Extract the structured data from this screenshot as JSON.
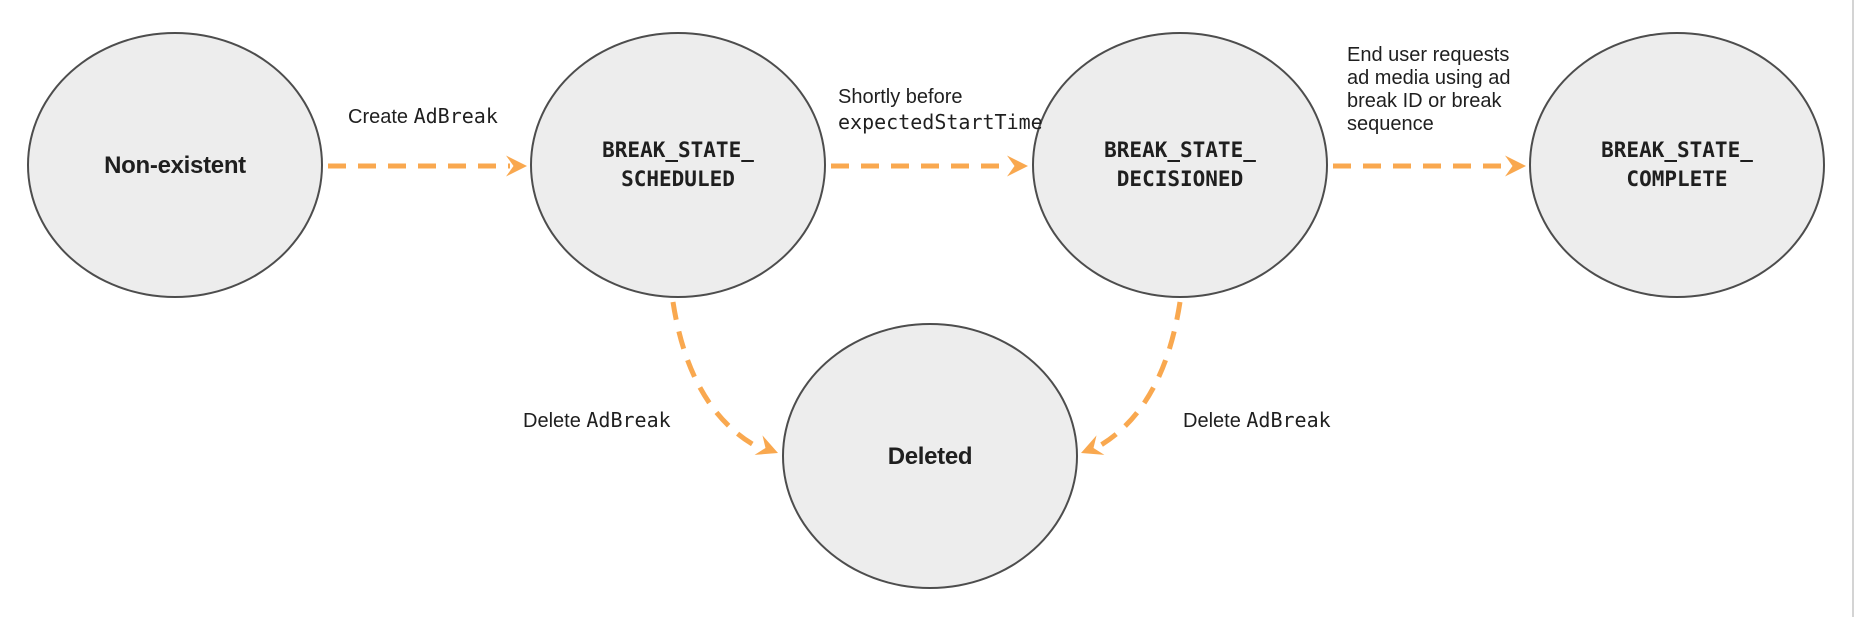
{
  "title": "Ad break state transition diagram",
  "colors": {
    "arrow": "#F9A84F",
    "node_fill": "#EDEDED",
    "node_border": "#4D4D4D",
    "text": "#1F1F1F",
    "edge_guide": "#D4D4D4"
  },
  "nodes": [
    {
      "id": "non-existent",
      "label": "Non-existent",
      "style": "plain"
    },
    {
      "id": "break-state-scheduled",
      "label": "BREAK_STATE_\nSCHEDULED",
      "style": "code"
    },
    {
      "id": "break-state-decisioned",
      "label": "BREAK_STATE_\nDECISIONED",
      "style": "code"
    },
    {
      "id": "break-state-complete",
      "label": "BREAK_STATE_\nCOMPLETE",
      "style": "code"
    },
    {
      "id": "deleted",
      "label": "Deleted",
      "style": "plain"
    }
  ],
  "edges": [
    {
      "from": "non-existent",
      "to": "break-state-scheduled",
      "label_text": "Create ",
      "label_code": "AdBreak"
    },
    {
      "from": "break-state-scheduled",
      "to": "break-state-decisioned",
      "label_text": "Shortly before",
      "label_code": "expectedStartTime"
    },
    {
      "from": "break-state-decisioned",
      "to": "break-state-complete",
      "label_lines": [
        "End user requests",
        "ad media using ad",
        "break ID or break",
        "sequence"
      ]
    },
    {
      "from": "break-state-scheduled",
      "to": "deleted",
      "label_text": "Delete ",
      "label_code": "AdBreak"
    },
    {
      "from": "break-state-decisioned",
      "to": "deleted",
      "label_text": "Delete ",
      "label_code": "AdBreak"
    }
  ]
}
